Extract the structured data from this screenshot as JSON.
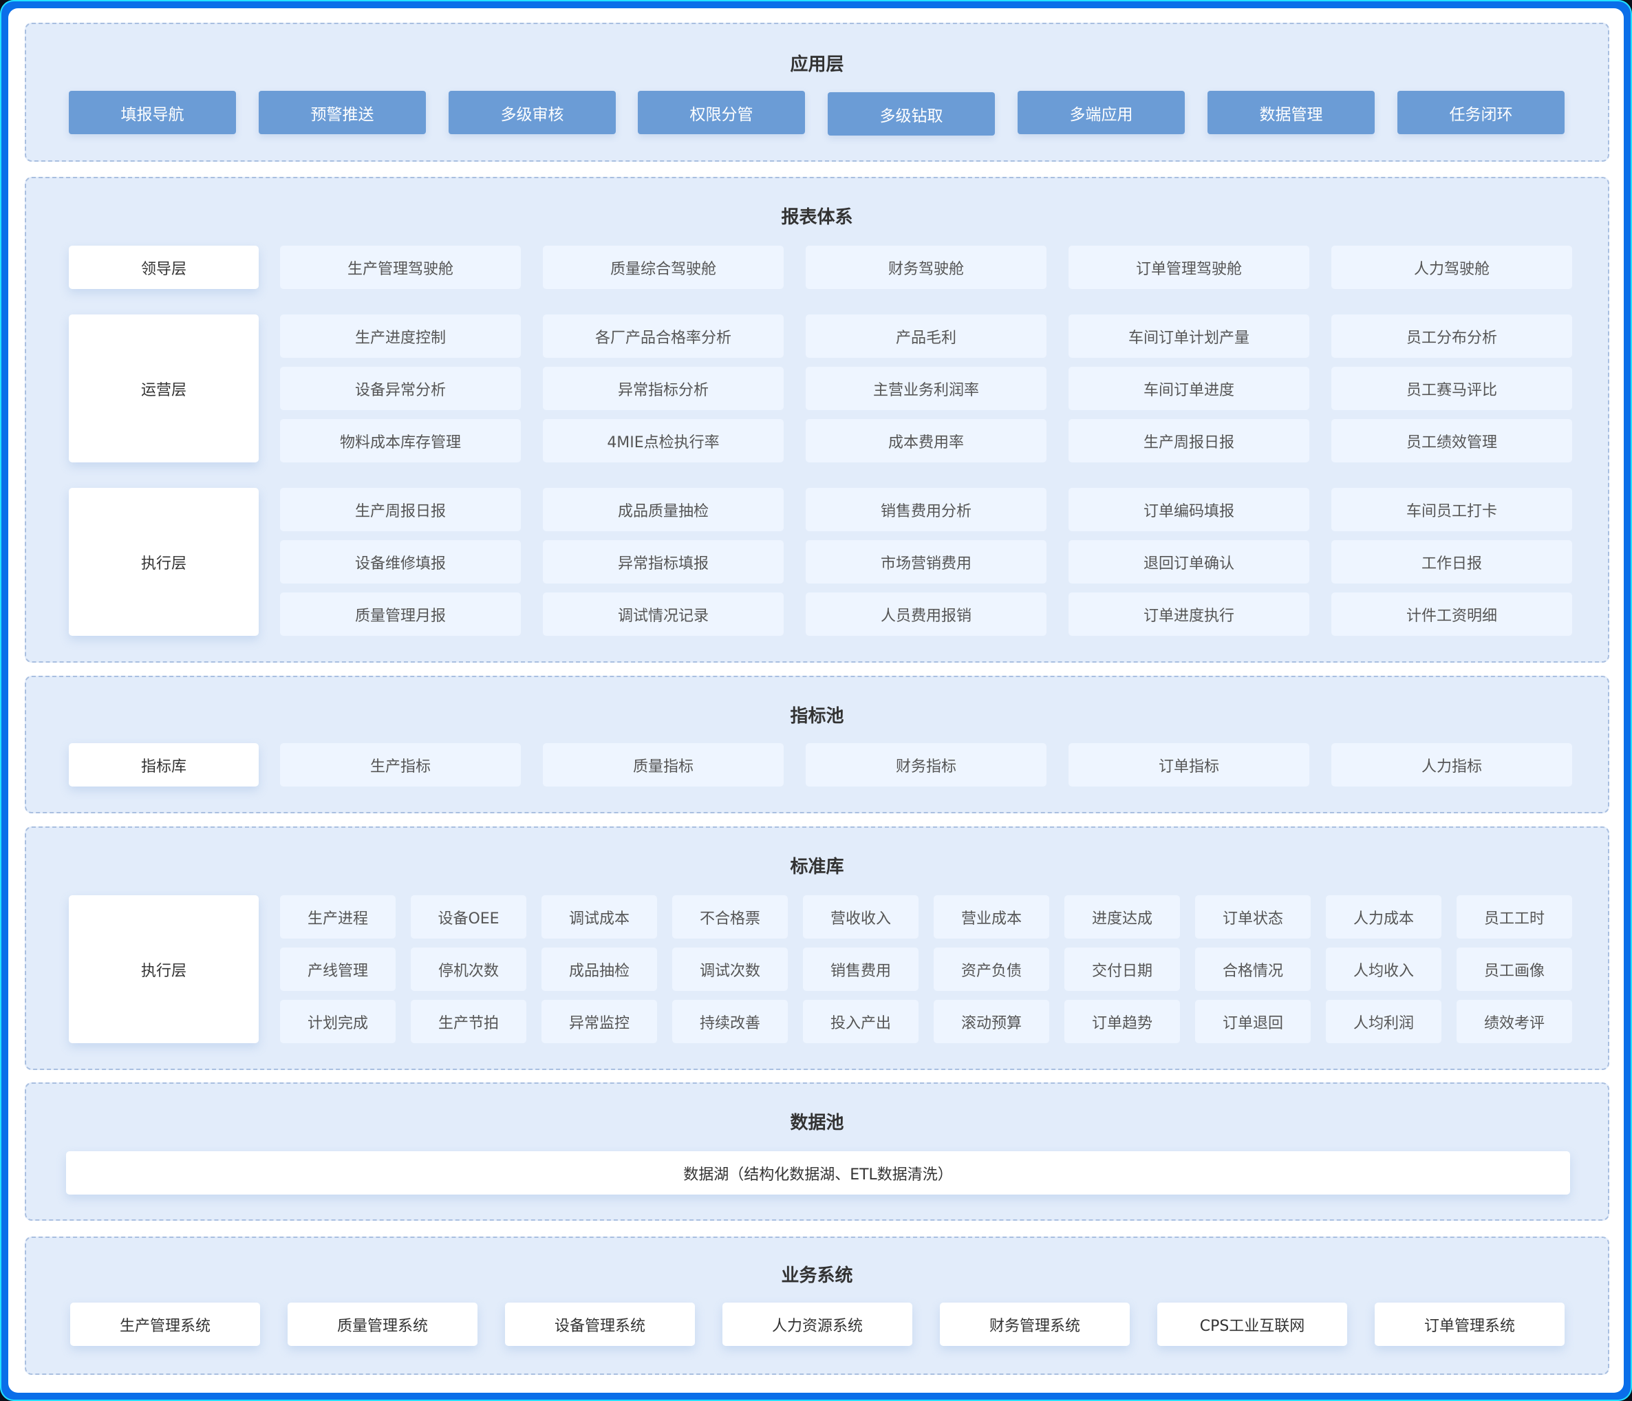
{
  "colors": {
    "frame_blue": "#0a6ee9",
    "section_bg": "#e2ecfa",
    "section_border": "#a9bfe0",
    "app_button": "#6b9cd6",
    "cell_bg": "#eef5ff",
    "card_bg": "#ffffff"
  },
  "app_layer": {
    "title": "应用层",
    "buttons": [
      "填报导航",
      "预警推送",
      "多级审核",
      "权限分管",
      "多级钻取",
      "多端应用",
      "数据管理",
      "任务闭环"
    ]
  },
  "report_system": {
    "title": "报表体系",
    "leadership": {
      "label": "领导层",
      "rows": [
        [
          "生产管理驾驶舱",
          "质量综合驾驶舱",
          "财务驾驶舱",
          "订单管理驾驶舱",
          "人力驾驶舱"
        ]
      ]
    },
    "operations": {
      "label": "运营层",
      "rows": [
        [
          "生产进度控制",
          "各厂产品合格率分析",
          "产品毛利",
          "车间订单计划产量",
          "员工分布分析"
        ],
        [
          "设备异常分析",
          "异常指标分析",
          "主营业务利润率",
          "车间订单进度",
          "员工赛马评比"
        ],
        [
          "物料成本库存管理",
          "4MIE点检执行率",
          "成本费用率",
          "生产周报日报",
          "员工绩效管理"
        ]
      ]
    },
    "execution": {
      "label": "执行层",
      "rows": [
        [
          "生产周报日报",
          "成品质量抽检",
          "销售费用分析",
          "订单编码填报",
          "车间员工打卡"
        ],
        [
          "设备维修填报",
          "异常指标填报",
          "市场营销费用",
          "退回订单确认",
          "工作日报"
        ],
        [
          "质量管理月报",
          "调试情况记录",
          "人员费用报销",
          "订单进度执行",
          "计件工资明细"
        ]
      ]
    }
  },
  "indicator_pool": {
    "title": "指标池",
    "label": "指标库",
    "items": [
      "生产指标",
      "质量指标",
      "财务指标",
      "订单指标",
      "人力指标"
    ]
  },
  "standard_library": {
    "title": "标准库",
    "label": "执行层",
    "rows": [
      [
        "生产进程",
        "设备OEE",
        "调试成本",
        "不合格票",
        "营收收入",
        "营业成本",
        "进度达成",
        "订单状态",
        "人力成本",
        "员工工时"
      ],
      [
        "产线管理",
        "停机次数",
        "成品抽检",
        "调试次数",
        "销售费用",
        "资产负债",
        "交付日期",
        "合格情况",
        "人均收入",
        "员工画像"
      ],
      [
        "计划完成",
        "生产节拍",
        "异常监控",
        "持续改善",
        "投入产出",
        "滚动预算",
        "订单趋势",
        "订单退回",
        "人均利润",
        "绩效考评"
      ]
    ]
  },
  "data_pool": {
    "title": "数据池",
    "bar": "数据湖（结构化数据湖、ETL数据清洗）"
  },
  "business_systems": {
    "title": "业务系统",
    "items": [
      "生产管理系统",
      "质量管理系统",
      "设备管理系统",
      "人力资源系统",
      "财务管理系统",
      "CPS工业互联网",
      "订单管理系统"
    ]
  }
}
